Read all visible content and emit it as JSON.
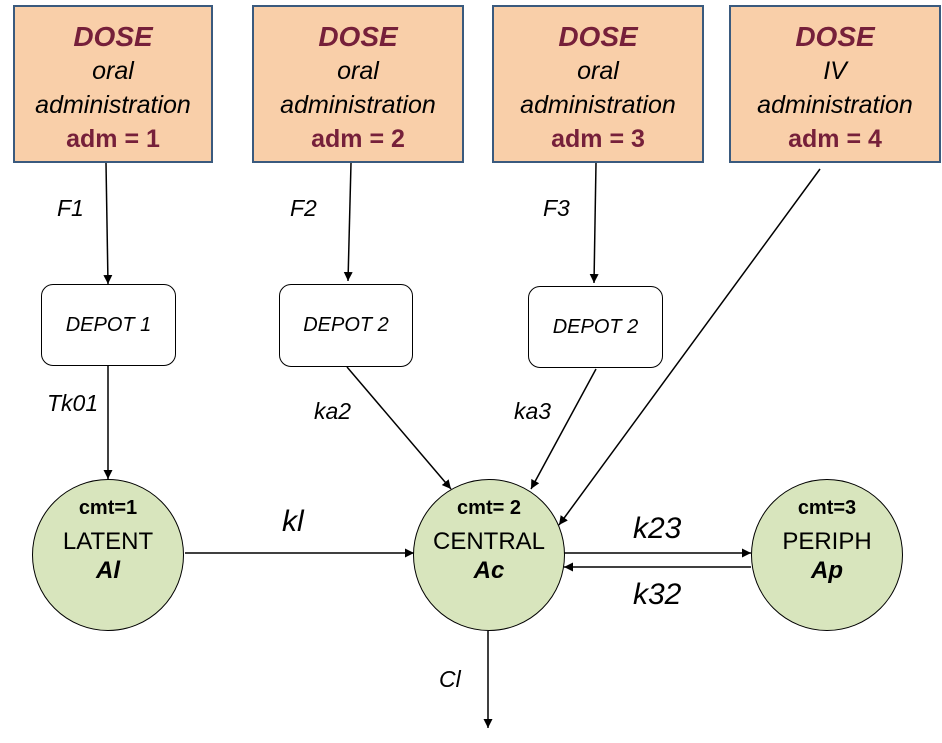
{
  "doses": [
    {
      "title": "DOSE",
      "route": "oral",
      "admin": "administration",
      "adm": "adm = 1"
    },
    {
      "title": "DOSE",
      "route": "oral",
      "admin": "administration",
      "adm": "adm = 2"
    },
    {
      "title": "DOSE",
      "route": "oral",
      "admin": "administration",
      "adm": "adm = 3"
    },
    {
      "title": "DOSE",
      "route": "IV",
      "admin": "administration",
      "adm": "adm = 4"
    }
  ],
  "depots": [
    "DEPOT 1",
    "DEPOT 2",
    "DEPOT 2"
  ],
  "compartments": [
    {
      "id": "cmt=1",
      "name": "LATENT",
      "var": "Al"
    },
    {
      "id": "cmt= 2",
      "name": "CENTRAL",
      "var": "Ac"
    },
    {
      "id": "cmt=3",
      "name": "PERIPH",
      "var": "Ap"
    }
  ],
  "labels": {
    "f1": "F1",
    "f2": "F2",
    "f3": "F3",
    "tk01": "Tk01",
    "ka2": "ka2",
    "ka3": "ka3",
    "kl": "kl",
    "k23": "k23",
    "k32": "k32",
    "cl": "Cl"
  },
  "colors": {
    "dose_fill": "#f9cfa9",
    "dose_border": "#3a5a7e",
    "dose_accent": "#76203a",
    "compartment_fill": "#d8e5bd"
  }
}
